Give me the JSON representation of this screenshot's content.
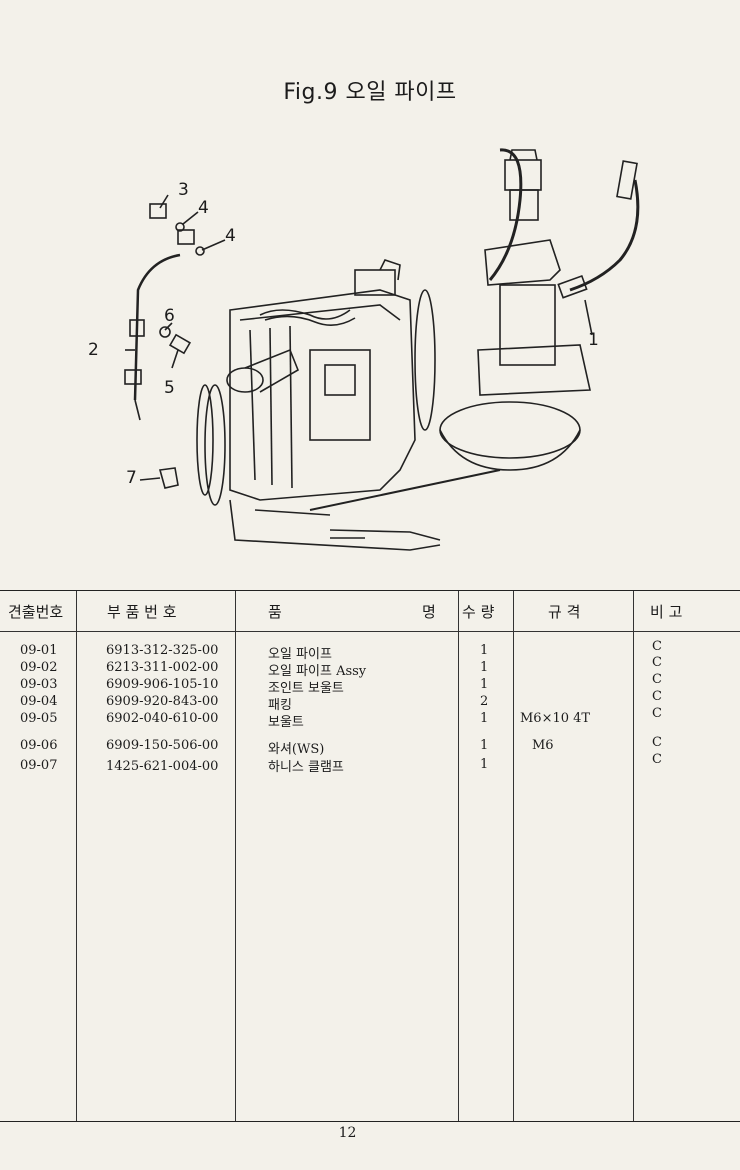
{
  "title": "Fig.9 오일 파이프",
  "figure": {
    "callouts": [
      "1",
      "2",
      "3",
      "4",
      "4",
      "5",
      "6",
      "7"
    ]
  },
  "table": {
    "headers": {
      "ref_no": "견출번호",
      "part_no": "부 품 번 호",
      "name_left": "품",
      "name_right": "명",
      "qty": "수 량",
      "spec": "규 격",
      "remark": "비 고"
    },
    "rows": [
      {
        "ref": "09-01",
        "part": "6913-312-325-00",
        "name": "오일 파이프",
        "qty": "1",
        "spec": "",
        "remark": "C"
      },
      {
        "ref": "09-02",
        "part": "6213-311-002-00",
        "name": "오일 파이프 Assy",
        "qty": "1",
        "spec": "",
        "remark": "C"
      },
      {
        "ref": "09-03",
        "part": "6909-906-105-10",
        "name": "조인트 보울트",
        "qty": "1",
        "spec": "",
        "remark": "C"
      },
      {
        "ref": "09-04",
        "part": "6909-920-843-00",
        "name": "패킹",
        "qty": "2",
        "spec": "",
        "remark": "C"
      },
      {
        "ref": "09-05",
        "part": "6902-040-610-00",
        "name": "보울트",
        "qty": "1",
        "spec": "M6×10 4T",
        "remark": "C"
      },
      {
        "ref": "09-06",
        "part": "6909-150-506-00",
        "name": "와셔(WS)",
        "qty": "1",
        "spec": "M6",
        "remark": "C"
      },
      {
        "ref": "09-07",
        "part": "1425-621-004-00",
        "name": "하니스 클램프",
        "qty": "1",
        "spec": "",
        "remark": "C"
      }
    ]
  },
  "page_number": "12"
}
